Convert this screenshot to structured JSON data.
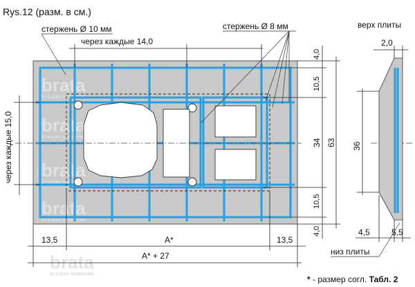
{
  "title": "Rys.12 (разм. в см.)",
  "labels": {
    "rod10": "стержень Ø 10 мм",
    "rod8": "стержень Ø 8 мм",
    "every14": "через каждые 14,0",
    "every15": "через каждые 15,0",
    "top_of_slab": "верх плиты",
    "bottom_of_slab": "низ плиты",
    "footnote_star": "*",
    "footnote_text": " - размер согл. ",
    "footnote_ref": "Табл. 2"
  },
  "dimensions": {
    "left_margin": "13,5",
    "right_margin": "13,5",
    "width_a": "A*",
    "width_total": "A* + 27",
    "v_top": "4,0",
    "v_upper": "10,5",
    "v_mid": "34",
    "v_lower": "10,5",
    "v_bottom": "4,0",
    "v_total": "63",
    "side_top": "2,0",
    "side_height": "36",
    "side_bottom_left": "4,5",
    "side_bottom_right": "5,5"
  },
  "watermark": {
    "brand": "brata",
    "tagline": "SYSTEMY KOMINOWE"
  },
  "colors": {
    "slab": "#c9c9c9",
    "rebar": "#2a9fe0"
  }
}
